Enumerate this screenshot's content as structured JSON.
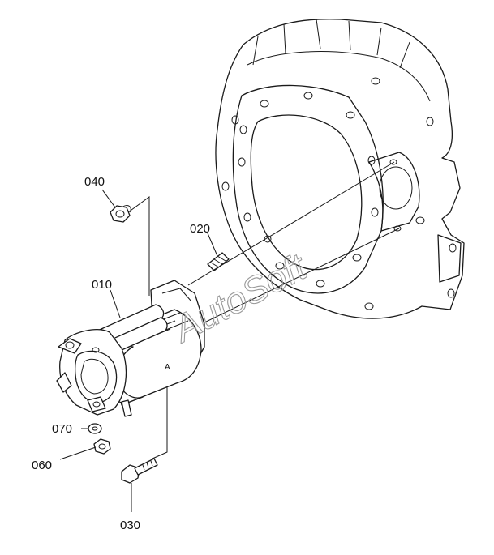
{
  "parts": {
    "p010": "010",
    "p020": "020",
    "p030": "030",
    "p040": "040",
    "p060": "060",
    "p070": "070"
  },
  "watermark": "AutoSoft"
}
